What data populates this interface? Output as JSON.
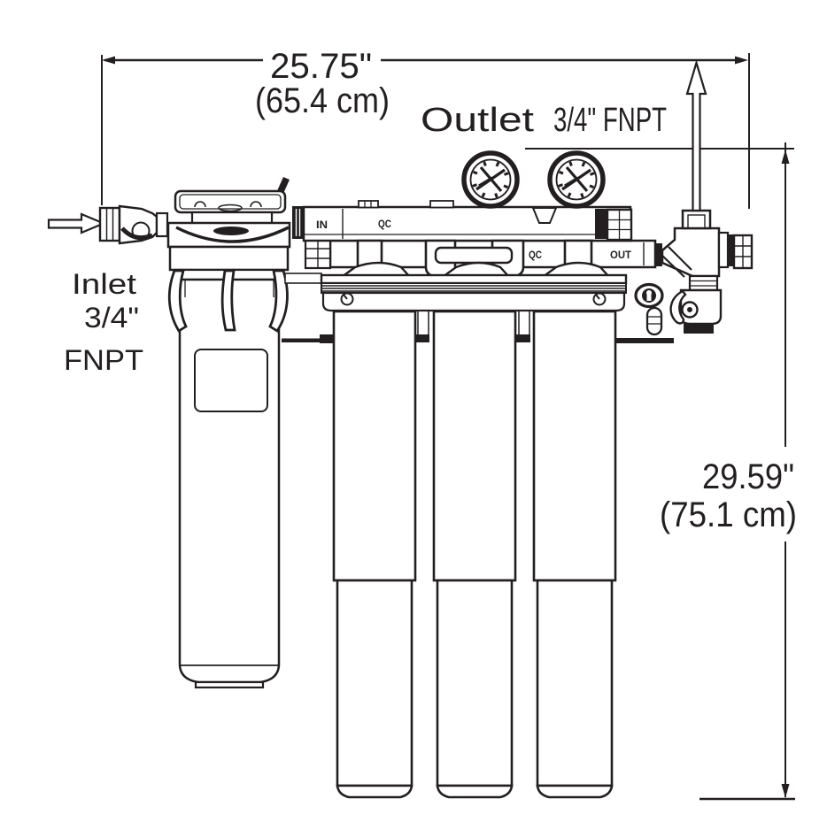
{
  "colors": {
    "line": "#231f20",
    "background": "#ffffff"
  },
  "annotations": {
    "width_dimension": {
      "inches": "25.75\"",
      "metric": "(65.4 cm)"
    },
    "height_dimension": {
      "inches": "29.59\"",
      "metric": "(75.1 cm)"
    },
    "outlet_label": {
      "word": "Outlet",
      "spec": "3/4\" FNPT"
    },
    "inlet_label": {
      "line1": "Inlet",
      "line2": "3/4\"",
      "line3": "FNPT"
    }
  },
  "manifold_markings": {
    "inlet": "IN",
    "quick_connect_upper": "QC",
    "quick_connect_lower": "QC",
    "outlet": "OUT"
  }
}
